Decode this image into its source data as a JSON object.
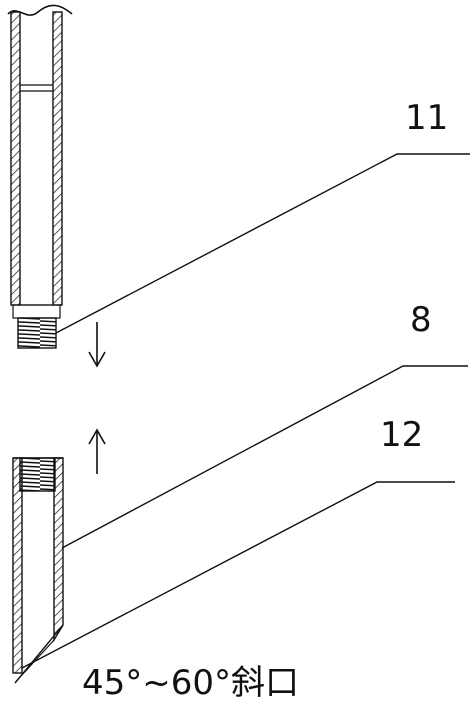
{
  "labels": {
    "upper_pipe": "11",
    "lower_pipe": "8",
    "bevel_end": "12"
  },
  "annotation": {
    "bevel": "45°~60°斜口"
  },
  "colors": {
    "stroke": "#111111",
    "background": "#ffffff"
  },
  "icons": {
    "down": "arrow-down-icon",
    "up": "arrow-up-icon"
  }
}
